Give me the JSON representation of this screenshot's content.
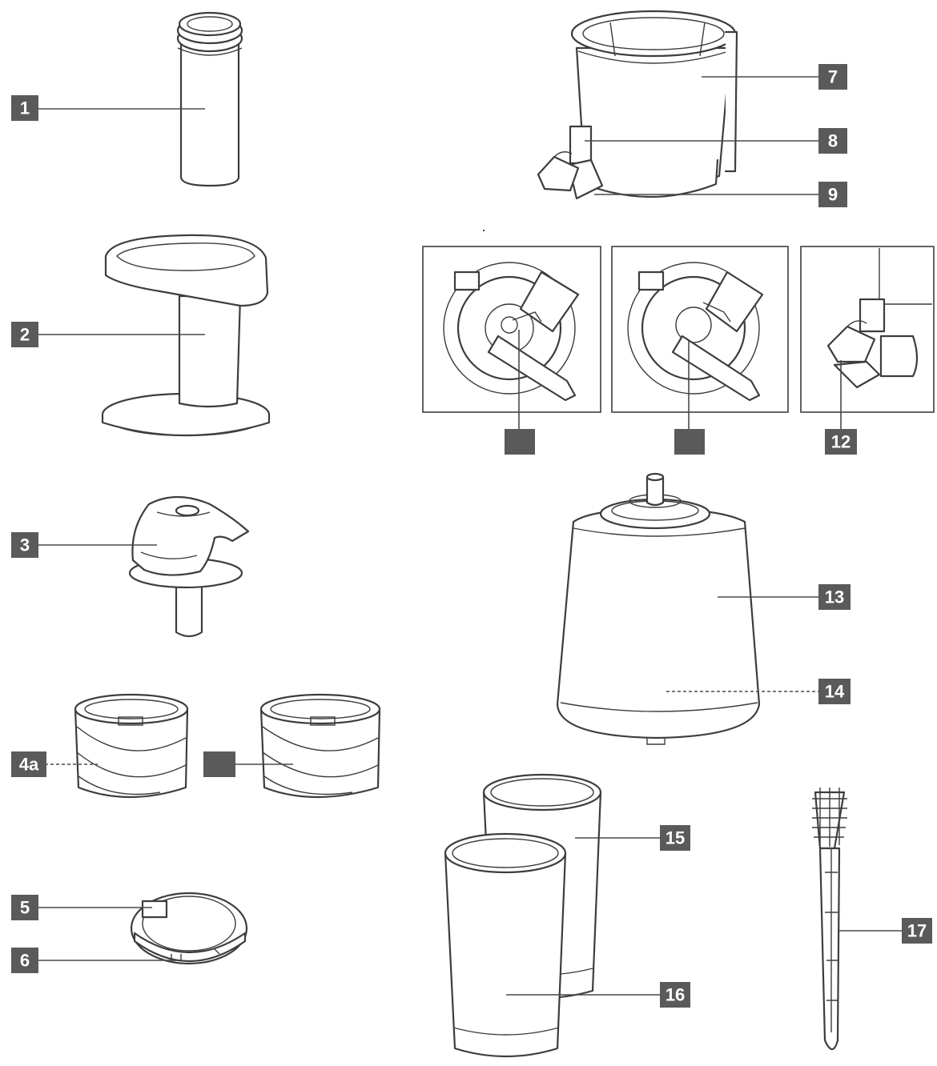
{
  "diagram": {
    "callouts": [
      {
        "id": "1",
        "label": "1"
      },
      {
        "id": "2",
        "label": "2"
      },
      {
        "id": "3",
        "label": "3"
      },
      {
        "id": "4a",
        "label": "4a"
      },
      {
        "id": "4b",
        "label": ""
      },
      {
        "id": "5",
        "label": "5"
      },
      {
        "id": "6",
        "label": "6"
      },
      {
        "id": "7",
        "label": "7"
      },
      {
        "id": "8",
        "label": "8"
      },
      {
        "id": "9",
        "label": "9"
      },
      {
        "id": "10",
        "label": ""
      },
      {
        "id": "11",
        "label": ""
      },
      {
        "id": "12",
        "label": "12"
      },
      {
        "id": "13",
        "label": "13"
      },
      {
        "id": "14",
        "label": "14"
      },
      {
        "id": "15",
        "label": "15"
      },
      {
        "id": "16",
        "label": "16"
      },
      {
        "id": "17",
        "label": "17"
      }
    ]
  }
}
